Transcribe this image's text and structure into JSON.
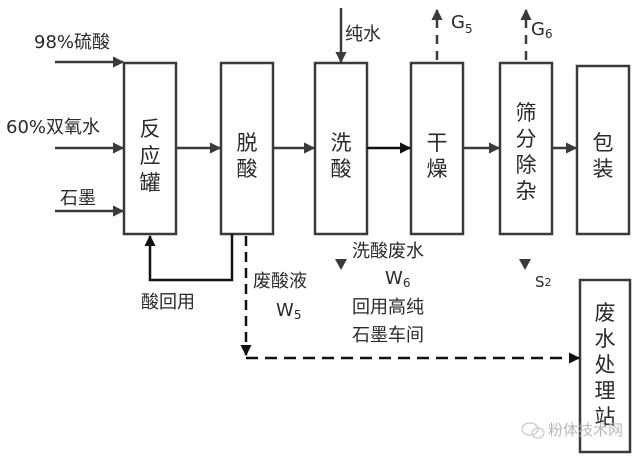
{
  "diagram": {
    "type": "process-flow",
    "inputs": {
      "sulfuric_acid": "98%硫酸",
      "hydrogen_peroxide": "60%双氧水",
      "graphite": "石墨",
      "pure_water": "纯水"
    },
    "boxes": [
      {
        "id": "reactor",
        "chars": [
          "反",
          "应",
          "罐"
        ]
      },
      {
        "id": "deacid",
        "chars": [
          "脱",
          "酸"
        ]
      },
      {
        "id": "acid-wash",
        "chars": [
          "洗",
          "酸"
        ]
      },
      {
        "id": "drying",
        "chars": [
          "干",
          "燥"
        ]
      },
      {
        "id": "screening",
        "chars": [
          "筛",
          "分",
          "除",
          "杂"
        ]
      },
      {
        "id": "packaging",
        "chars": [
          "包",
          "装"
        ]
      },
      {
        "id": "wastewater-plant",
        "chars": [
          "废",
          "水",
          "处",
          "理",
          "站"
        ]
      }
    ],
    "emissions": {
      "g5": {
        "letter": "G",
        "sub": "5"
      },
      "g6": {
        "letter": "G",
        "sub": "6"
      },
      "s2": {
        "letter": "S",
        "sub": "2"
      }
    },
    "labels": {
      "acid_reuse": "酸回用",
      "waste_acid_line1": "废酸液",
      "waste_acid_w": "W",
      "waste_acid_sub": "5",
      "wash_water_line1": "洗酸废水",
      "wash_water_w": "W",
      "wash_water_sub": "6",
      "wash_water_line2": "回用高纯",
      "wash_water_line3": "石墨车间"
    },
    "watermark": "粉体技术网"
  }
}
